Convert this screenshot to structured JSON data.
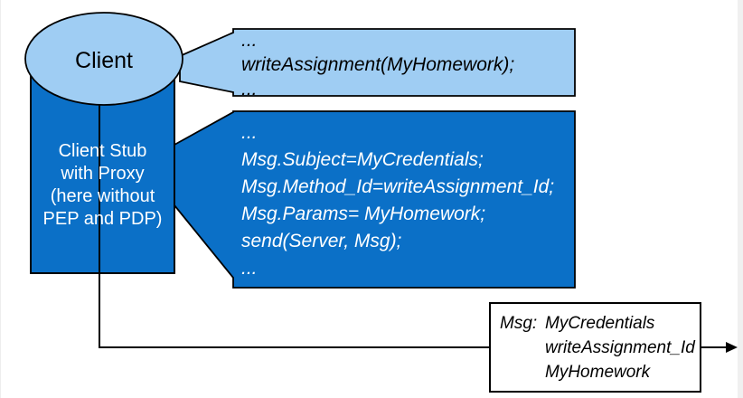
{
  "colors": {
    "page_bg": "#FFFFFF",
    "shape_light_blue": "#9FCDF3",
    "shape_dark_blue": "#0B70C7",
    "outline": "#000000",
    "text_on_dark": "#FFFFFF",
    "text_on_light": "#000000",
    "edge_strip": "#F0F0F0"
  },
  "client_node": {
    "label": "Client"
  },
  "client_stub_node": {
    "lines": [
      "Client Stub",
      "with Proxy",
      "(here without",
      "PEP and PDP)"
    ]
  },
  "client_code_callout": {
    "lines": [
      "...",
      "writeAssignment(MyHomework);",
      "..."
    ]
  },
  "stub_code_callout": {
    "lines": [
      "...",
      "Msg.Subject=MyCredentials;",
      "Msg.Method_Id=writeAssignment_Id;",
      "Msg.Params= MyHomework;",
      "send(Server, Msg);",
      "..."
    ]
  },
  "message_box": {
    "label": "Msg:",
    "values": [
      "MyCredentials",
      "writeAssignment_Id",
      "MyHomework"
    ]
  }
}
